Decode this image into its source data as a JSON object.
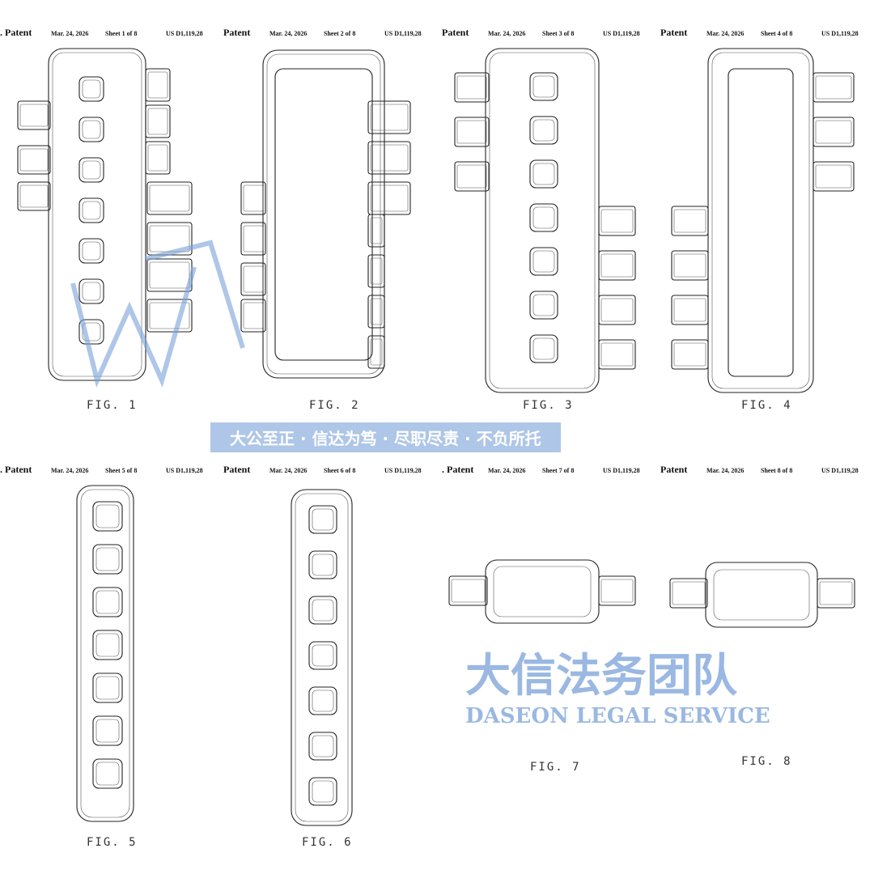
{
  "sheets": [
    {
      "patent": ". Patent",
      "date": "Mar. 24, 2026",
      "sheet": "Sheet 1 of 8",
      "number": "US D1,119,28",
      "figure": "FIG. 1"
    },
    {
      "patent": "Patent",
      "date": "Mar. 24, 2026",
      "sheet": "Sheet 2 of 8",
      "number": "US D1,119,28",
      "figure": "FIG. 2"
    },
    {
      "patent": "Patent",
      "date": "Mar. 24, 2026",
      "sheet": "Sheet 3 of 8",
      "number": "US D1,119,28",
      "figure": "FIG. 3"
    },
    {
      "patent": "Patent",
      "date": "Mar. 24, 2026",
      "sheet": "Sheet 4 of 8",
      "number": "US D1,119,28",
      "figure": "FIG. 4"
    },
    {
      "patent": ". Patent",
      "date": "Mar. 24, 2026",
      "sheet": "Sheet 5 of 8",
      "number": "US D1,119,28",
      "figure": "FIG. 5"
    },
    {
      "patent": "Patent",
      "date": "Mar. 24, 2026",
      "sheet": "Sheet 6 of 8",
      "number": "US D1,119,28",
      "figure": "FIG. 6"
    },
    {
      "patent": ". Patent",
      "date": "Mar. 24, 2026",
      "sheet": "Sheet 7 of 8",
      "number": "US D1,119,28",
      "figure": "FIG. 7"
    },
    {
      "patent": "Patent",
      "date": "Mar. 24, 2026",
      "sheet": "Sheet 8 of 8",
      "number": "US D1,119,28",
      "figure": "FIG. 8"
    }
  ],
  "watermark": {
    "name_cn": "大信法务团队",
    "name_en": "DASEON LEGAL SERVICE",
    "motto": "大公至正 · 信达为笃 · 尽职尽责 · 不负所托",
    "color": "#78a0d7"
  }
}
